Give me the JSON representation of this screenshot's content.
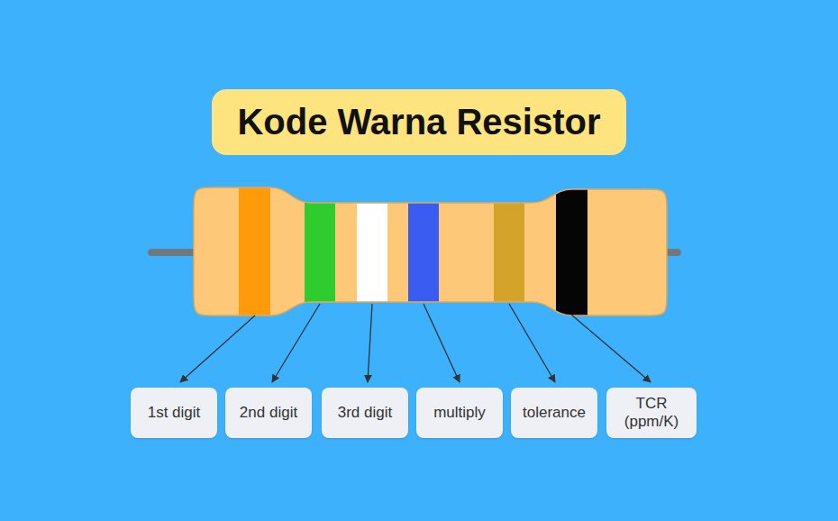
{
  "diagram": {
    "title": "Kode Warna Resistor",
    "nodes": [
      {
        "text": [
          "1st digit"
        ]
      },
      {
        "text": [
          "2nd digit"
        ]
      },
      {
        "text": [
          "3rd digit"
        ]
      },
      {
        "text": [
          "multiply"
        ]
      },
      {
        "text": [
          "tolerance"
        ]
      },
      {
        "text": [
          "TCR (ppm/K)"
        ]
      }
    ]
  }
}
